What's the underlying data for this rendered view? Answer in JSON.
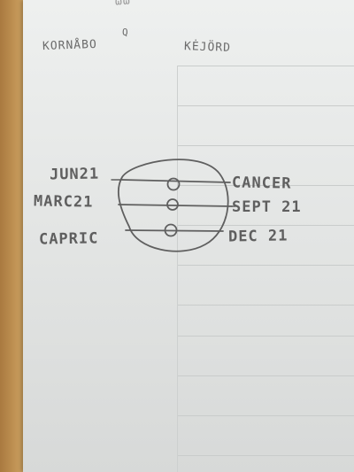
{
  "top_scribble": "ωω",
  "header_left": "KORNÅBO",
  "header_left_mark": "Q",
  "header_right": "KĖJÖRD",
  "labels_left": [
    "JUN21",
    "MARC21",
    "CAPRIC"
  ],
  "labels_right": [
    "CANCER",
    "SEPT 21",
    "DEC 21"
  ],
  "colors": {
    "pencil": "#5f5f5f",
    "paper": "#e6e8e7",
    "desk": "#b98a4e"
  }
}
